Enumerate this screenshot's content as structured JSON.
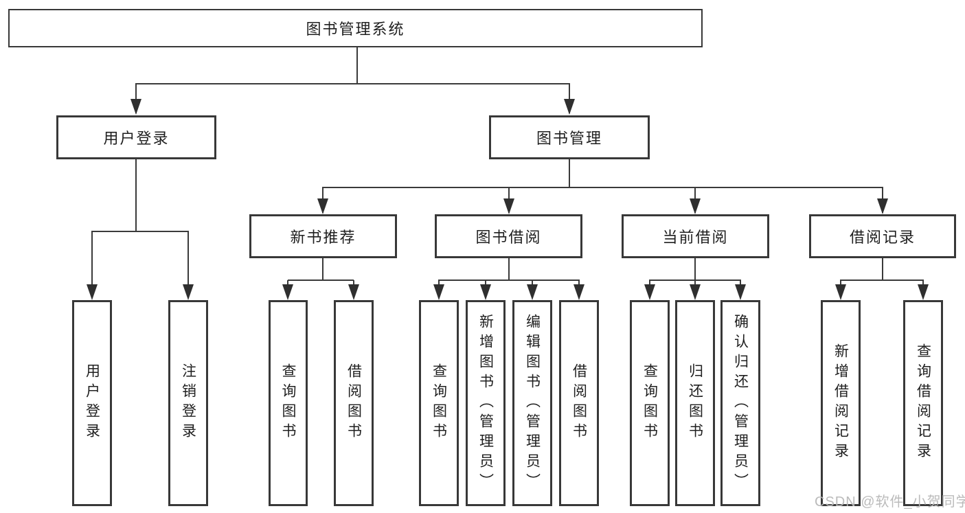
{
  "tree": {
    "root": {
      "label": "图书管理系统"
    },
    "branches": [
      {
        "label": "用户登录",
        "children": [
          {
            "label": "用户登录"
          },
          {
            "label": "注销登录"
          }
        ]
      },
      {
        "label": "图书管理",
        "children": [
          {
            "label": "新书推荐",
            "children": [
              {
                "label": "查询图书"
              },
              {
                "label": "借阅图书"
              }
            ]
          },
          {
            "label": "图书借阅",
            "children": [
              {
                "label": "查询图书"
              },
              {
                "label": "新增图书（管理员）"
              },
              {
                "label": "编辑图书（管理员）"
              },
              {
                "label": "借阅图书"
              }
            ]
          },
          {
            "label": "当前借阅",
            "children": [
              {
                "label": "查询图书"
              },
              {
                "label": "归还图书"
              },
              {
                "label": "确认归还（管理员）"
              }
            ]
          },
          {
            "label": "借阅记录",
            "children": [
              {
                "label": "新增借阅记录"
              },
              {
                "label": "查询借阅记录"
              }
            ]
          }
        ]
      }
    ]
  },
  "watermark": {
    "text": "CSDN @软件_小贺同学"
  },
  "colors": {
    "box_border": "#383838",
    "connector_line": "#3a3a3a",
    "arrowhead": "#2f2f2f",
    "text": "#1f1f1f",
    "watermark_text": "#b7b7b7",
    "background": "#ffffff"
  }
}
